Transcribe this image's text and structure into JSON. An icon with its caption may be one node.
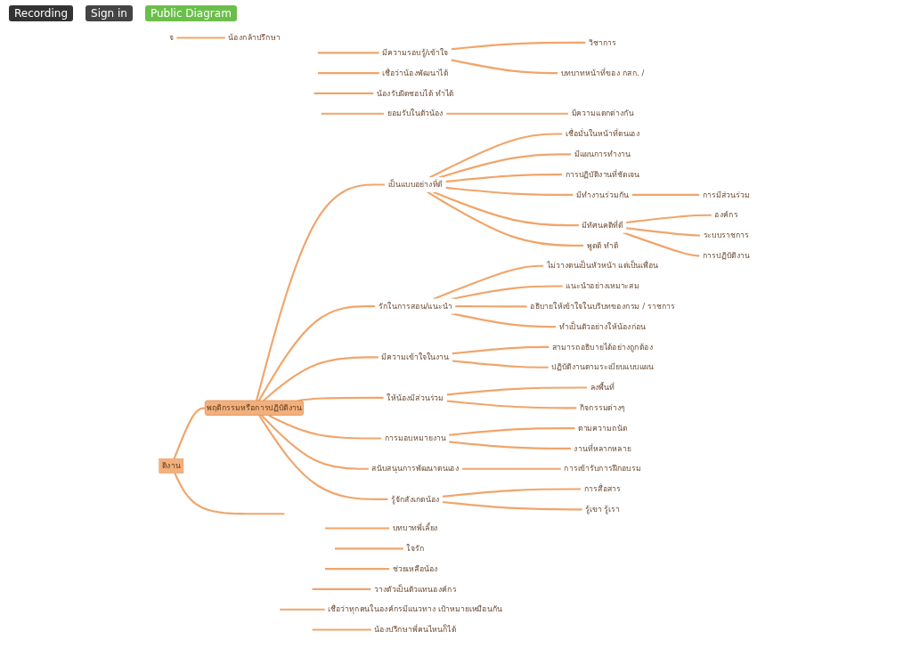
{
  "diagram": {
    "nodes": [
      {
        "text": [
          "ติงาน"
        ]
      },
      {
        "text": [
          "พฤติกรรมหรือการปฏิบัติงาน"
        ]
      },
      {
        "text": [
          "เป็นแบบอย่างที่ดี"
        ]
      },
      {
        "text": [
          "เชื่อมั่นในหน้าที่ตนเอง"
        ]
      },
      {
        "text": [
          "มีแผนการทำงาน"
        ]
      },
      {
        "text": [
          "การปฏิบัติงานที่ชัดเจน"
        ]
      },
      {
        "text": [
          "มีทำงานร่วมกัน"
        ]
      },
      {
        "text": [
          "การมีส่วนร่วม"
        ]
      },
      {
        "text": [
          "มีทัศนคติที่ดี"
        ]
      },
      {
        "text": [
          "องค์กร"
        ]
      },
      {
        "text": [
          "ระบบราชการ"
        ]
      },
      {
        "text": [
          "การปฏิบัติงาน"
        ]
      },
      {
        "text": [
          "พูดดี ทำดี"
        ]
      },
      {
        "text": [
          "รักในการสอน/แนะนำ"
        ]
      },
      {
        "text": [
          "ไม่วางตนเป็นหัวหน้า แต่เป็นเพื่อน"
        ]
      },
      {
        "text": [
          "แนะนำอย่างเหมาะสม"
        ]
      },
      {
        "text": [
          "อธิบายให้เข้าใจในบริบทของกรม / ราชการ"
        ]
      },
      {
        "text": [
          "ทำเป็นตัวอย่างให้น้องก่อน"
        ]
      },
      {
        "text": [
          "มีความเข้าใจในงาน"
        ]
      },
      {
        "text": [
          "สามารถอธิบายได้อย่างถูกต้อง"
        ]
      },
      {
        "text": [
          "ปฏิบัติงานตามระเบียบแบบแผน"
        ]
      },
      {
        "text": [
          "ให้น้องมีส่วนร่วม"
        ]
      },
      {
        "text": [
          "ลงพื้นที่"
        ]
      },
      {
        "text": [
          "กิจกรรมต่างๆ"
        ]
      },
      {
        "text": [
          "การมอบหมายงาน"
        ]
      },
      {
        "text": [
          "ตามความถนัด"
        ]
      },
      {
        "text": [
          "งานที่หลากหลาย"
        ]
      },
      {
        "text": [
          "สนับสนุนการพัฒนาตนเอง"
        ]
      },
      {
        "text": [
          "การเข้ารับการฝึกอบรม"
        ]
      },
      {
        "text": [
          "รู้จักสังเกตน้อง"
        ]
      },
      {
        "text": [
          "การสื่อสาร"
        ]
      },
      {
        "text": [
          "รู้เขา รู้เรา"
        ]
      },
      {
        "text": [
          "มีความรอบรู้/เข้าใจ"
        ]
      },
      {
        "text": [
          "วิชาการ"
        ]
      },
      {
        "text": [
          "บทบาทหน้าที่ของ กสก. /"
        ]
      },
      {
        "text": [
          "เชื่อว่าน้องพัฒนาได้"
        ]
      },
      {
        "text": [
          "น้องรับผิดชอบได้ ทำได้"
        ]
      },
      {
        "text": [
          "ยอมรับในตัวน้อง"
        ]
      },
      {
        "text": [
          "มีความแตกต่างกัน"
        ]
      },
      {
        "text": [
          "บทบาทพี่เลี้ยง"
        ]
      },
      {
        "text": [
          "ใจรัก"
        ]
      },
      {
        "text": [
          "ช่วยเหลือน้อง"
        ]
      },
      {
        "text": [
          "วางตัวเป็นตัวแทนองค์กร"
        ]
      },
      {
        "text": [
          "เชื่อว่าทุกคนในองค์กรมีแนวทาง เป้าหมายเหมือนกัน"
        ]
      },
      {
        "text": [
          "น้องปรึกษาพี่คนไหนก็ได้"
        ]
      },
      {
        "text": [
          "จ"
        ]
      },
      {
        "text": [
          "น้องกล้าปรึกษา"
        ]
      }
    ],
    "edges": [
      {
        "from": 0,
        "to": 1,
        "arrow": "none"
      },
      {
        "from": 0,
        "to": null,
        "arrow": "none"
      },
      {
        "from": 1,
        "to": 2,
        "arrow": "none"
      },
      {
        "from": 2,
        "to": 3,
        "arrow": "none"
      },
      {
        "from": 2,
        "to": 4,
        "arrow": "none"
      },
      {
        "from": 2,
        "to": 5,
        "arrow": "none"
      },
      {
        "from": 2,
        "to": 6,
        "arrow": "none"
      },
      {
        "from": 6,
        "to": 7,
        "arrow": "none"
      },
      {
        "from": 2,
        "to": 8,
        "arrow": "none"
      },
      {
        "from": 8,
        "to": 9,
        "arrow": "none"
      },
      {
        "from": 8,
        "to": 10,
        "arrow": "none"
      },
      {
        "from": 8,
        "to": 11,
        "arrow": "none"
      },
      {
        "from": 2,
        "to": 12,
        "arrow": "none"
      },
      {
        "from": 1,
        "to": 13,
        "arrow": "none"
      },
      {
        "from": 13,
        "to": 14,
        "arrow": "none"
      },
      {
        "from": 13,
        "to": 15,
        "arrow": "none"
      },
      {
        "from": 13,
        "to": 16,
        "arrow": "none"
      },
      {
        "from": 13,
        "to": 17,
        "arrow": "none"
      },
      {
        "from": 1,
        "to": 18,
        "arrow": "none"
      },
      {
        "from": 18,
        "to": 19,
        "arrow": "none"
      },
      {
        "from": 18,
        "to": 20,
        "arrow": "none"
      },
      {
        "from": 1,
        "to": 21,
        "arrow": "none"
      },
      {
        "from": 21,
        "to": 22,
        "arrow": "none"
      },
      {
        "from": 21,
        "to": 23,
        "arrow": "none"
      },
      {
        "from": 1,
        "to": 24,
        "arrow": "none"
      },
      {
        "from": 24,
        "to": 25,
        "arrow": "none"
      },
      {
        "from": 24,
        "to": 26,
        "arrow": "none"
      },
      {
        "from": 1,
        "to": 27,
        "arrow": "none"
      },
      {
        "from": 27,
        "to": 28,
        "arrow": "none"
      },
      {
        "from": 1,
        "to": 29,
        "arrow": "none"
      },
      {
        "from": 29,
        "to": 30,
        "arrow": "none"
      },
      {
        "from": 29,
        "to": 31,
        "arrow": "none"
      },
      {
        "from": null,
        "to": 32,
        "arrow": "none"
      },
      {
        "from": 32,
        "to": 33,
        "arrow": "none"
      },
      {
        "from": 32,
        "to": 34,
        "arrow": "none"
      },
      {
        "from": null,
        "to": 35,
        "arrow": "none"
      },
      {
        "from": null,
        "to": 36,
        "arrow": "none"
      },
      {
        "from": null,
        "to": 37,
        "arrow": "none"
      },
      {
        "from": 37,
        "to": 38,
        "arrow": "none"
      },
      {
        "from": null,
        "to": 39,
        "arrow": "none"
      },
      {
        "from": null,
        "to": 40,
        "arrow": "none"
      },
      {
        "from": null,
        "to": 41,
        "arrow": "none"
      },
      {
        "from": null,
        "to": 42,
        "arrow": "none"
      },
      {
        "from": null,
        "to": 43,
        "arrow": "none"
      },
      {
        "from": null,
        "to": 44,
        "arrow": "none"
      },
      {
        "from": 45,
        "to": 46,
        "arrow": "none"
      }
    ],
    "labels": [
      "Recording",
      "Sign in",
      "Public Diagram"
    ]
  }
}
